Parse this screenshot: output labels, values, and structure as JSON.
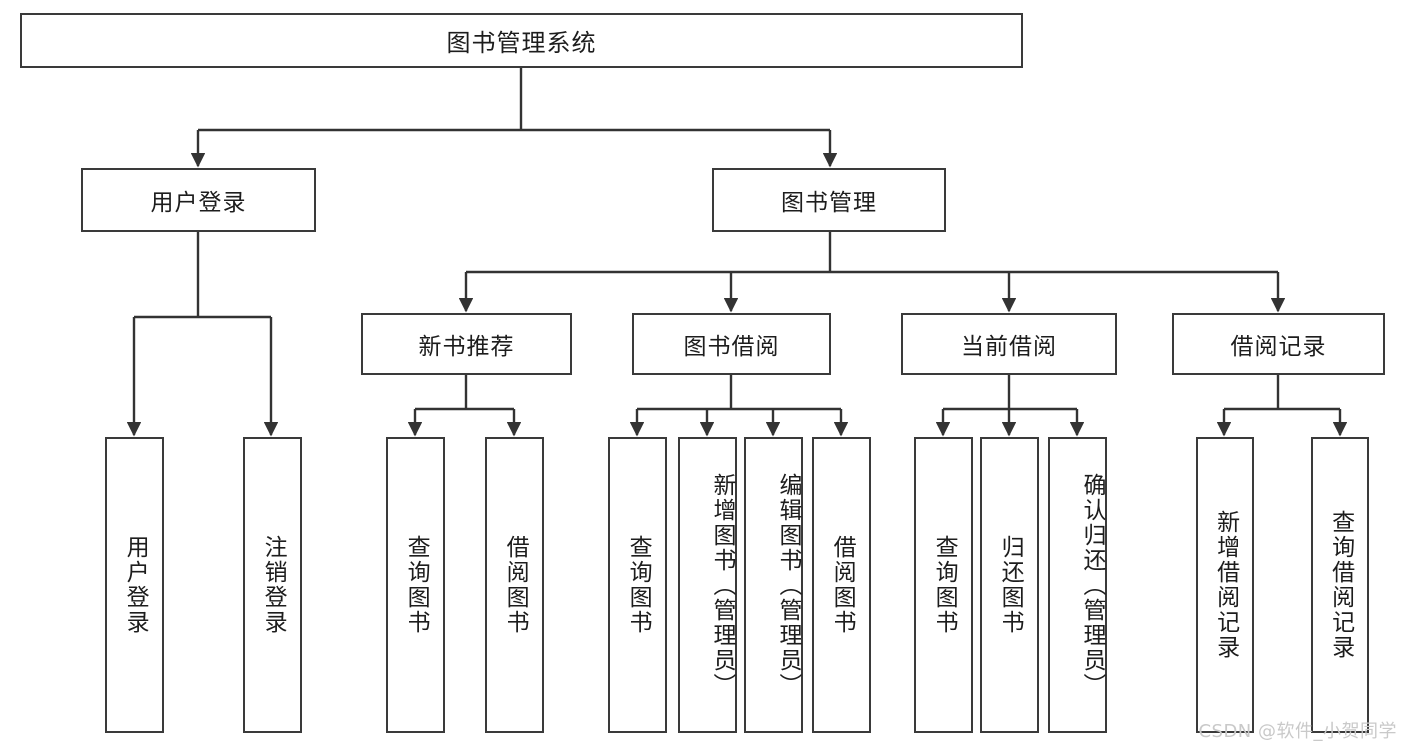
{
  "diagram": {
    "type": "tree",
    "title": "图书管理系统",
    "orientation": "top-down",
    "colors": {
      "box_border": "#3a3a3a",
      "box_fill": "#ffffff",
      "connector": "#333333",
      "text": "#1d1d1d",
      "watermark": "#c9c9c9",
      "background": "#ffffff"
    },
    "levels": {
      "root": "图书管理系统",
      "level2": [
        "用户登录",
        "图书管理"
      ],
      "level3": [
        "新书推荐",
        "图书借阅",
        "当前借阅",
        "借阅记录"
      ]
    }
  },
  "nodes": {
    "root": {
      "label": "图书管理系统"
    },
    "user_login": {
      "label": "用户登录"
    },
    "book_manage": {
      "label": "图书管理"
    },
    "new_book_rec": {
      "label": "新书推荐"
    },
    "book_borrow": {
      "label": "图书借阅"
    },
    "current_borrow": {
      "label": "当前借阅"
    },
    "borrow_record": {
      "label": "借阅记录"
    },
    "leaf_user_login": {
      "label": "用户登录"
    },
    "leaf_logout": {
      "label": "注销登录"
    },
    "leaf_query_book_1": {
      "label": "查询图书"
    },
    "leaf_borrow_book_1": {
      "label": "借阅图书"
    },
    "leaf_query_book_2": {
      "label": "查询图书"
    },
    "leaf_add_book": {
      "label": "新增图书（管理员）"
    },
    "leaf_edit_book": {
      "label": "编辑图书（管理员）"
    },
    "leaf_borrow_book_2": {
      "label": "借阅图书"
    },
    "leaf_query_book_3": {
      "label": "查询图书"
    },
    "leaf_return_book": {
      "label": "归还图书"
    },
    "leaf_confirm_return": {
      "label": "确认归还（管理员）"
    },
    "leaf_add_record": {
      "label": "新增借阅记录"
    },
    "leaf_query_record": {
      "label": "查询借阅记录"
    }
  },
  "watermark": {
    "text": "CSDN @软件_小贺同学"
  }
}
